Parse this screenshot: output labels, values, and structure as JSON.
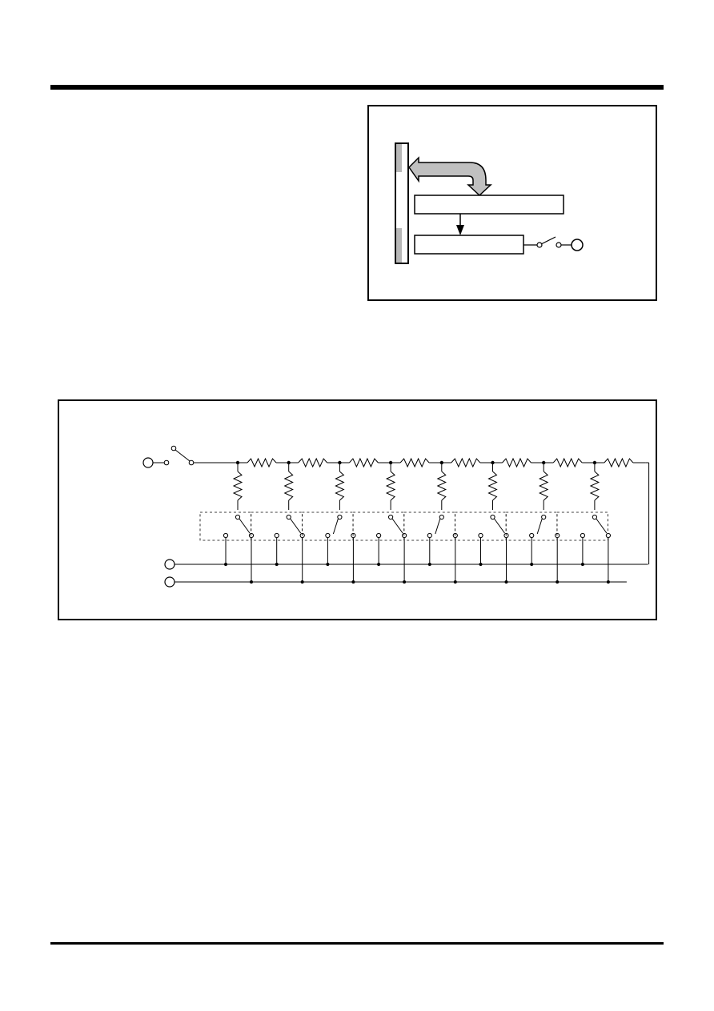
{
  "document": {
    "header_rule": "",
    "footer_rule": ""
  },
  "block_diagram": {
    "bus": "",
    "register_upper": "",
    "register_lower": "",
    "output_pin": ""
  },
  "ladder_diagram": {
    "stages": 8,
    "input_pin": "",
    "output_pin_a": "",
    "output_pin_b": "",
    "switch_positions": [
      "right",
      "right",
      "left",
      "right",
      "left",
      "right",
      "left",
      "right"
    ]
  }
}
